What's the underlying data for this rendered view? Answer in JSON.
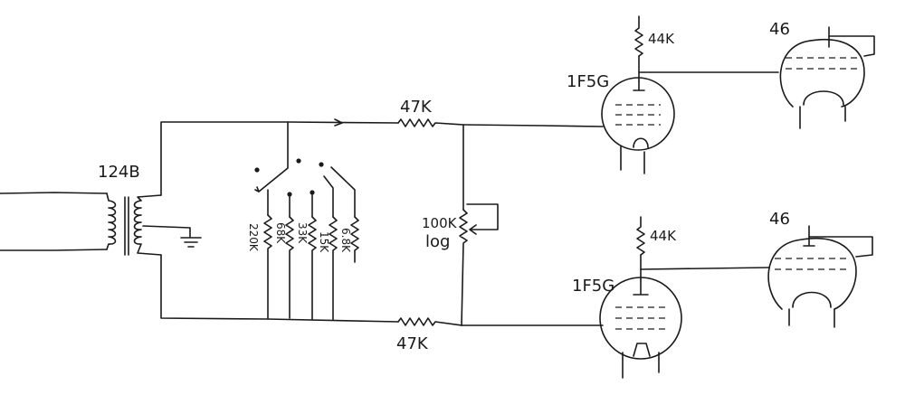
{
  "colors": {
    "ink": "#1a1a1a",
    "paper": "#ffffff"
  },
  "transformer": {
    "label": "124B"
  },
  "selector": {
    "resistors": [
      {
        "label": "220K"
      },
      {
        "label": "68K"
      },
      {
        "label": "33K"
      },
      {
        "label": "15K"
      },
      {
        "label": "6.8K"
      }
    ]
  },
  "series_resistors": {
    "top": "47K",
    "bottom": "47K"
  },
  "pot": {
    "value": "100K",
    "taper": "log"
  },
  "tubes": {
    "driver_top": {
      "label": "1F5G",
      "plate_load": "44K"
    },
    "driver_bottom": {
      "label": "1F5G",
      "plate_load": "44K"
    },
    "output_top": {
      "label": "46"
    },
    "output_bottom": {
      "label": "46"
    }
  }
}
